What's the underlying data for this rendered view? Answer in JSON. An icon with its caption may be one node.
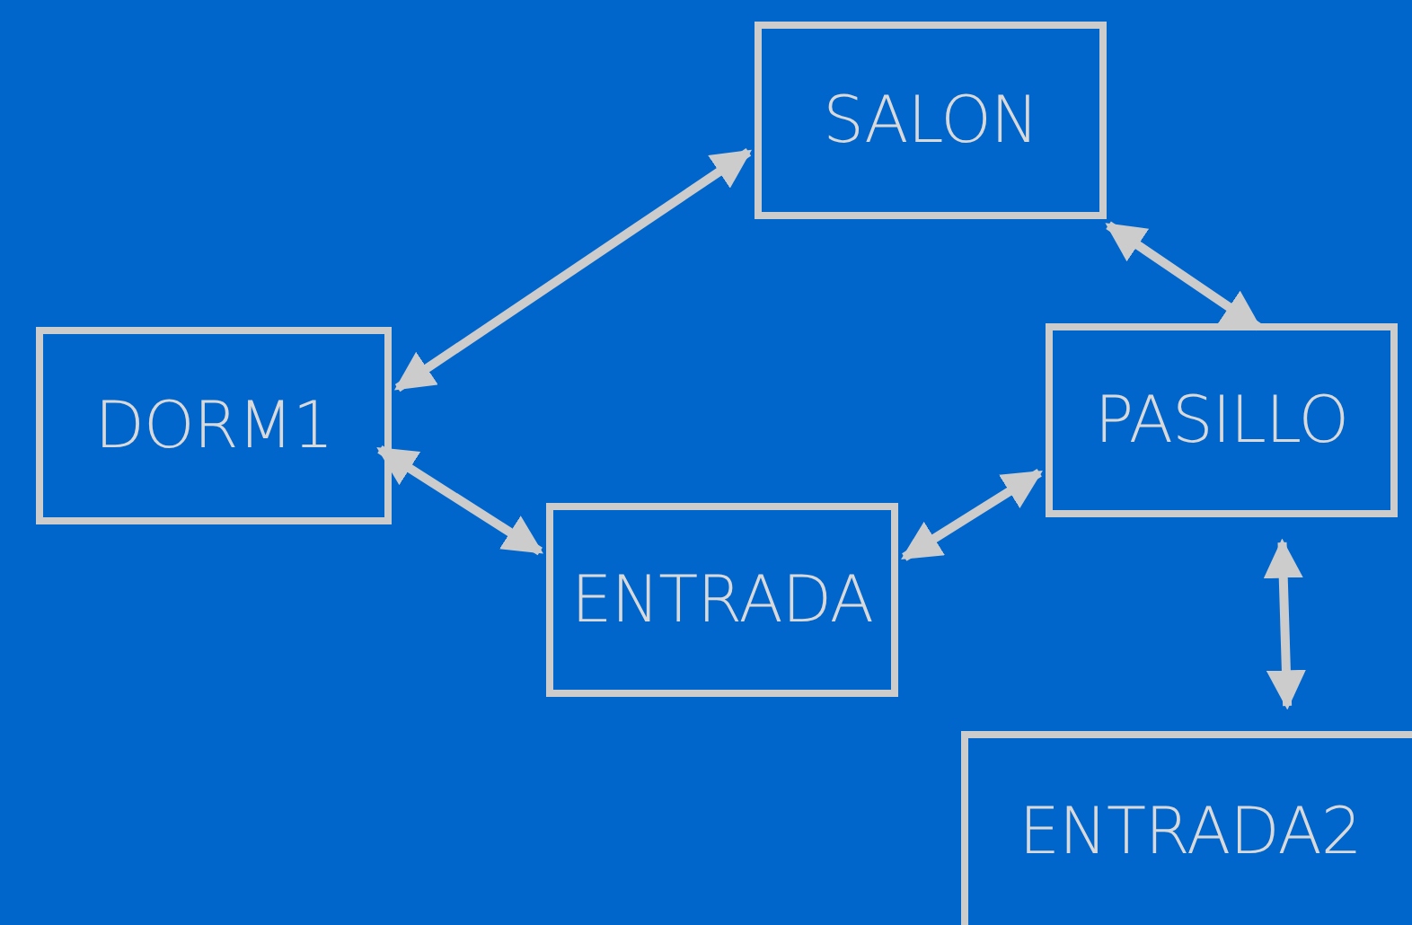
{
  "diagram": {
    "nodes": [
      {
        "text": [
          "SALON"
        ]
      },
      {
        "text": [
          "DORM1"
        ]
      },
      {
        "text": [
          "PASILLO"
        ]
      },
      {
        "text": [
          "ENTRADA"
        ]
      },
      {
        "text": [
          "ENTRADA2"
        ]
      }
    ],
    "edges": [
      {
        "from": 1,
        "to": 0,
        "arrow": "both"
      },
      {
        "from": 0,
        "to": 2,
        "arrow": "both"
      },
      {
        "from": 1,
        "to": 3,
        "arrow": "both"
      },
      {
        "from": 3,
        "to": 2,
        "arrow": "both"
      },
      {
        "from": 2,
        "to": 4,
        "arrow": "both"
      }
    ]
  }
}
